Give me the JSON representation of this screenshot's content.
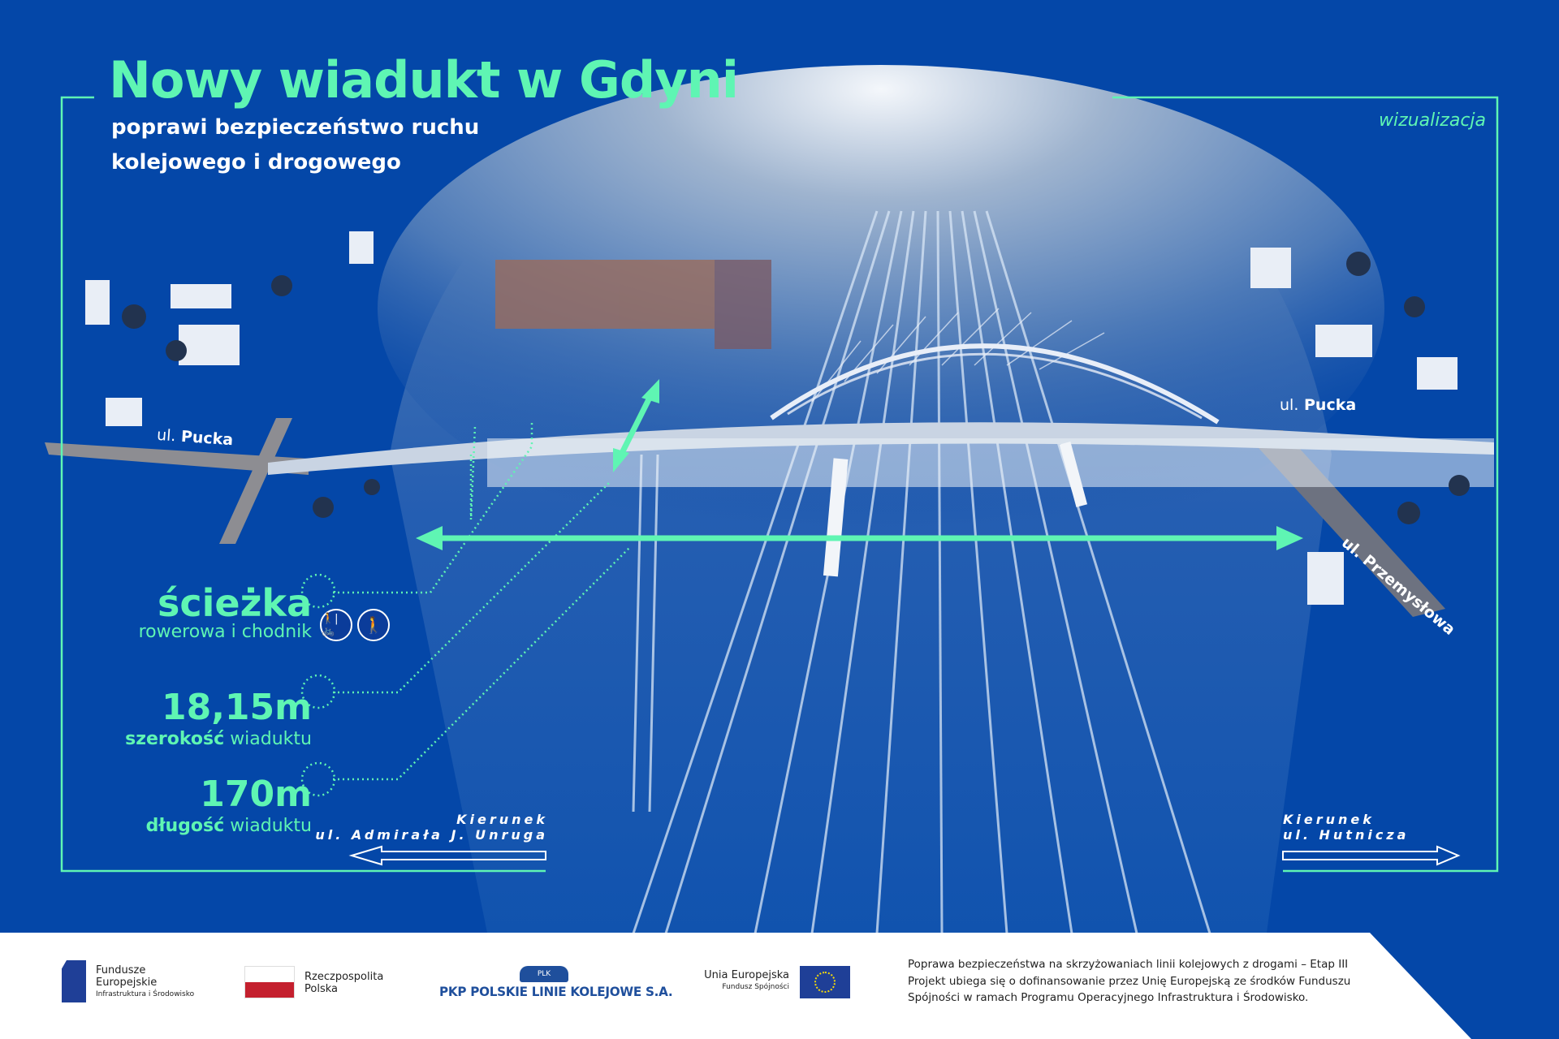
{
  "header": {
    "title": "Nowy wiadukt w Gdyni",
    "subtitle_line1": "poprawi bezpieczeństwo ruchu",
    "subtitle_line2": "kolejowego i drogowego",
    "tag": "wizualizacja"
  },
  "streets": {
    "left": {
      "prefix": "ul.",
      "name": "Pucka"
    },
    "right": {
      "prefix": "ul.",
      "name": "Pucka"
    },
    "diagonal": "ul. Przemysłowa"
  },
  "facts": [
    {
      "big": "ścieżka",
      "small_regular": "rowerowa i chodnik",
      "small_bold": ""
    },
    {
      "big": "18,15m",
      "small_bold": "szerokość",
      "small_regular": "wiaduktu"
    },
    {
      "big": "170m",
      "small_bold": "długość",
      "small_regular": "wiaduktu"
    }
  ],
  "sign_icons": [
    "bike-pedestrian-sign-icon",
    "pedestrian-sign-icon"
  ],
  "directions": {
    "left": {
      "line1": "Kierunek",
      "line2": "ul. Admirała J. Unruga"
    },
    "right": {
      "line1": "Kierunek",
      "line2": "ul. Hutnicza"
    }
  },
  "footer": {
    "fe": {
      "line1": "Fundusze",
      "line2": "Europejskie",
      "line3": "Infrastruktura i Środowisko"
    },
    "rp": {
      "line1": "Rzeczpospolita",
      "line2": "Polska"
    },
    "pkp": {
      "name": "PKP POLSKIE LINIE KOLEJOWE S.A.",
      "emblem": "PLK"
    },
    "ue": {
      "line1": "Unia Europejska",
      "line2": "Fundusz Spójności"
    },
    "note": [
      "Poprawa bezpieczeństwa na skrzyżowaniach linii kolejowych z drogami  – Etap III",
      "Projekt ubiega się o dofinansowanie przez Unię Europejską ze środków Funduszu",
      "Spójności w ramach Programu Operacyjnego Infrastruktura i Środowisko."
    ]
  },
  "colors": {
    "background": "#0447a8",
    "accent": "#5ff5b3",
    "flag_red": "#c4202e",
    "eu_blue": "#1f3f97",
    "eu_star": "#f5d90a"
  }
}
